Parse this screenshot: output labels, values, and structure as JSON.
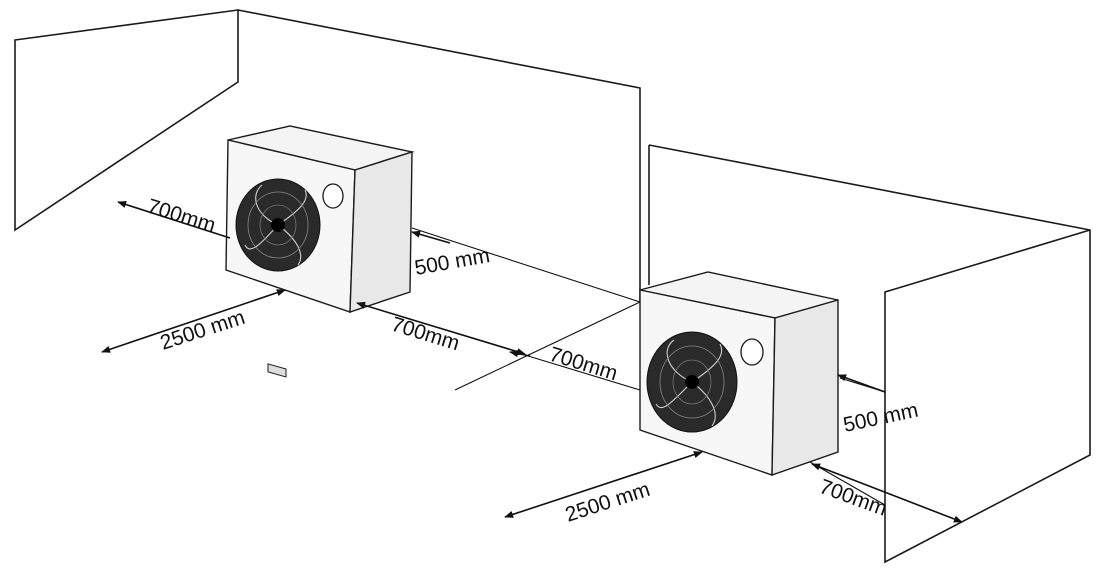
{
  "labels": {
    "left_side_700": "700mm",
    "left_back_500": "500 mm",
    "left_front_2500": "2500 mm",
    "between_left_700": "700mm",
    "between_right_700": "700mm",
    "right_back_500": "500 mm",
    "right_front_2500": "2500 mm",
    "right_side_700": "700mm"
  },
  "units": [
    {
      "name": "heat-pump-left",
      "fan_icon": "fan-icon",
      "port_icon": "pipe-port-icon"
    },
    {
      "name": "heat-pump-right",
      "fan_icon": "fan-icon",
      "port_icon": "pipe-port-icon"
    }
  ],
  "colors": {
    "line": "#111111",
    "fan": "#2a2a2a",
    "background": "#ffffff"
  }
}
